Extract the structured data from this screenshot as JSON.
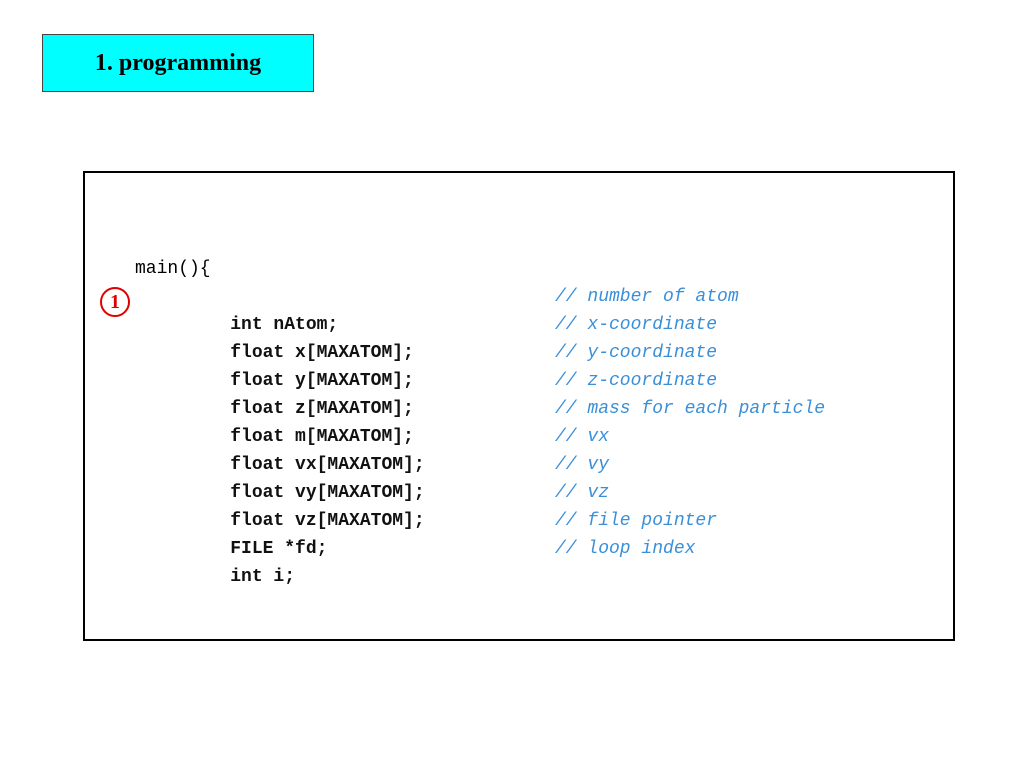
{
  "title": "1. programming",
  "marker": "1",
  "code": {
    "header": "main(){",
    "lines": [
      {
        "stmt": "int nAtom;",
        "comment": "// number of atom"
      },
      {
        "stmt": "float x[MAXATOM];",
        "comment": "// x-coordinate"
      },
      {
        "stmt": "float y[MAXATOM];",
        "comment": "// y-coordinate"
      },
      {
        "stmt": "float z[MAXATOM];",
        "comment": "// z-coordinate"
      },
      {
        "stmt": "float m[MAXATOM];",
        "comment": "// mass for each particle"
      },
      {
        "stmt": "float vx[MAXATOM];",
        "comment": "// vx"
      },
      {
        "stmt": "float vy[MAXATOM];",
        "comment": "// vy"
      },
      {
        "stmt": "float vz[MAXATOM];",
        "comment": "// vz"
      },
      {
        "stmt": "FILE *fd;",
        "comment": "// file pointer"
      },
      {
        "stmt": "int i;",
        "comment": "// loop index"
      }
    ]
  },
  "colors": {
    "title_bg": "#00ffff",
    "comment": "#3a8fd8",
    "marker": "#e00000"
  }
}
